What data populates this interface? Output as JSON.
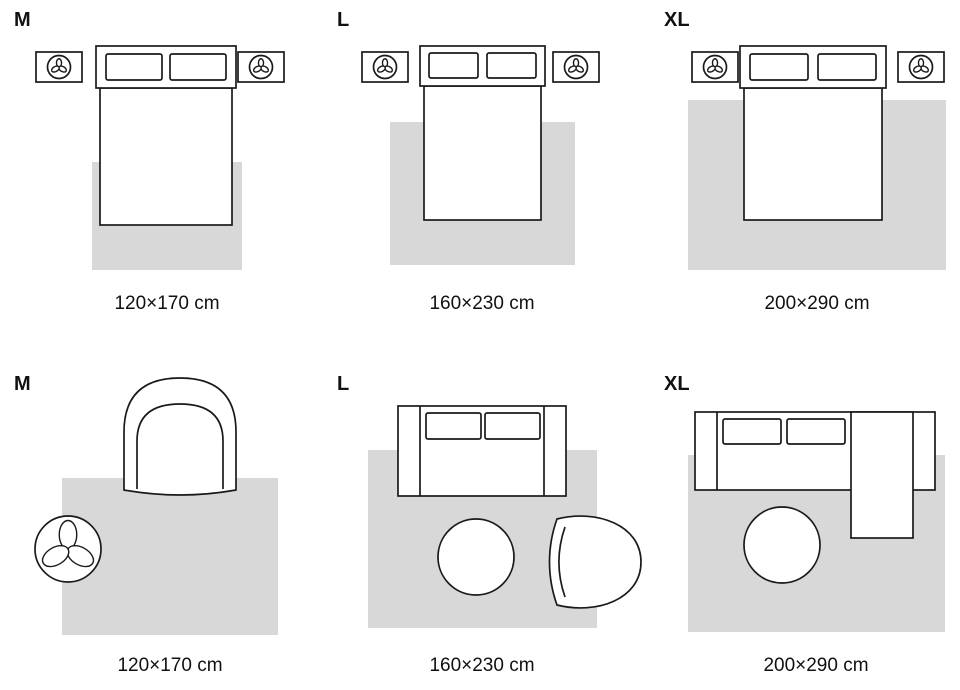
{
  "colors": {
    "rug": "#d8d8d8",
    "stroke": "#1a1a1a",
    "text": "#111111"
  },
  "icons": {
    "plant_icon": "three-leaf-plant-in-pot"
  },
  "bedroom_panels": [
    {
      "size_label": "M",
      "dimensions": "120×170 cm"
    },
    {
      "size_label": "L",
      "dimensions": "160×230 cm"
    },
    {
      "size_label": "XL",
      "dimensions": "200×290 cm"
    }
  ],
  "livingroom_panels": [
    {
      "size_label": "M",
      "dimensions": "120×170 cm"
    },
    {
      "size_label": "L",
      "dimensions": "160×230 cm"
    },
    {
      "size_label": "XL",
      "dimensions": "200×290 cm"
    }
  ]
}
